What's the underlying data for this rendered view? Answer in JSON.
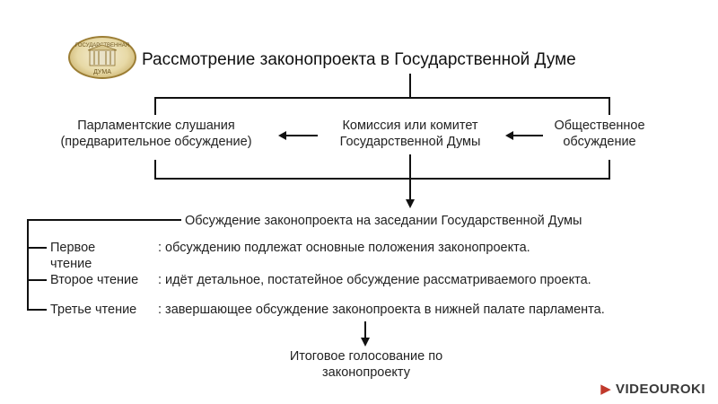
{
  "logo": {
    "top_text": "ГОСУДАРСТВЕННАЯ",
    "bottom_text": "ДУМА"
  },
  "title": "Рассмотрение законопроекта в Государственной Думе",
  "nodes": {
    "hearings": "Парламентские слушания (предварительное обсуждение)",
    "committee": "Комиссия или комитет Государственной Думы",
    "public": "Общественное обсуждение"
  },
  "session": "Обсуждение законопроекта на заседании Государственной Думы",
  "readings": [
    {
      "name": "Первое чтение",
      "desc": ": обсуждению подлежат основные положения законопроекта."
    },
    {
      "name": "Второе чтение",
      "desc": ": идёт детальное, постатейное обсуждение рассматриваемого проекта."
    },
    {
      "name": "Третье чтение",
      "desc": ": завершающее обсуждение законопроекта в нижней палате парламента."
    }
  ],
  "final_vote": "Итоговое голосование по законопроекту",
  "watermark": "VIDEOUROKI",
  "colors": {
    "line": "#111111",
    "text": "#222222",
    "logo_gold": "#b99a4a"
  }
}
